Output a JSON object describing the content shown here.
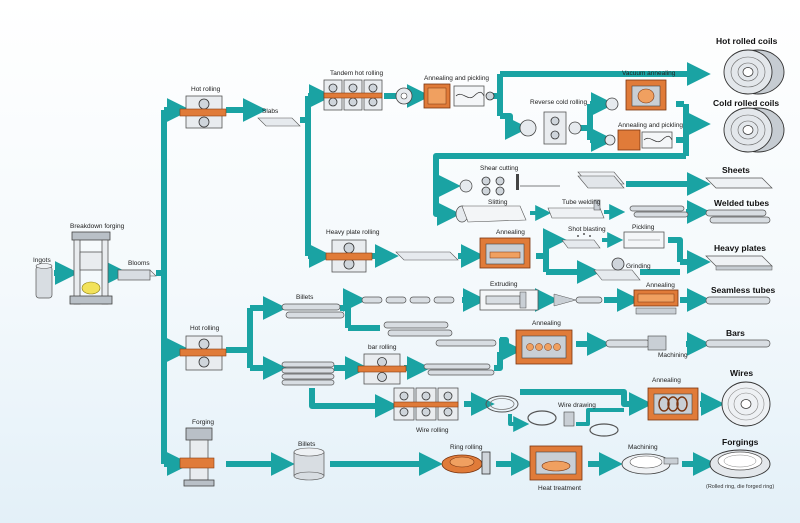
{
  "labels": {
    "ingots": "Ingots",
    "breakdown_forging": "Breakdown forging",
    "blooms": "Blooms",
    "hot_rolling_top": "Hot rolling",
    "slabs": "Slabs",
    "tandem_hot_rolling": "Tandem hot rolling",
    "annealing_and_pickling_1": "Annealing and pickling",
    "vacuum_annealing": "Vacuum annealing",
    "reverse_cold_rolling": "Reverse cold rolling",
    "annealing_and_pickling_2": "Annealing and pickling",
    "shear_cutting": "Shear cutting",
    "slitting": "Slitting",
    "tube_welding": "Tube welding",
    "heavy_plate_rolling": "Heavy plate rolling",
    "annealing_plate": "Annealing",
    "shot_blasting": "Shot blasting",
    "pickling": "Pickling",
    "grinding": "Grinding",
    "billets_mid": "Billets",
    "extruding": "Extruding",
    "annealing_seamless": "Annealing",
    "hot_rolling_mid": "Hot rolling",
    "annealing_bars": "Annealing",
    "machining_bars": "Machining",
    "bar_rolling": "bar rolling",
    "wire_rolling": "Wire rolling",
    "wire_drawing": "Wire drawing",
    "annealing_wires": "Annealing",
    "forging": "Forging",
    "billets_forging": "Billets",
    "ring_rolling": "Ring rolling",
    "heat_treatment": "Heat treatment",
    "machining_ring": "Machining"
  },
  "products": {
    "hot_rolled_coils": "Hot rolled coils",
    "cold_rolled_coils": "Cold rolled coils",
    "sheets": "Sheets",
    "welded_tubes": "Welded tubes",
    "heavy_plates": "Heavy plates",
    "seamless_tubes": "Seamless tubes",
    "bars": "Bars",
    "wires": "Wires",
    "forgings": "Forgings",
    "forgings_note": "(Rolled ring, die forged ring)"
  },
  "colors": {
    "flow_arrow": "#1aa3a3",
    "hot_material": "#e07b39",
    "machine": "#e9ecef"
  }
}
